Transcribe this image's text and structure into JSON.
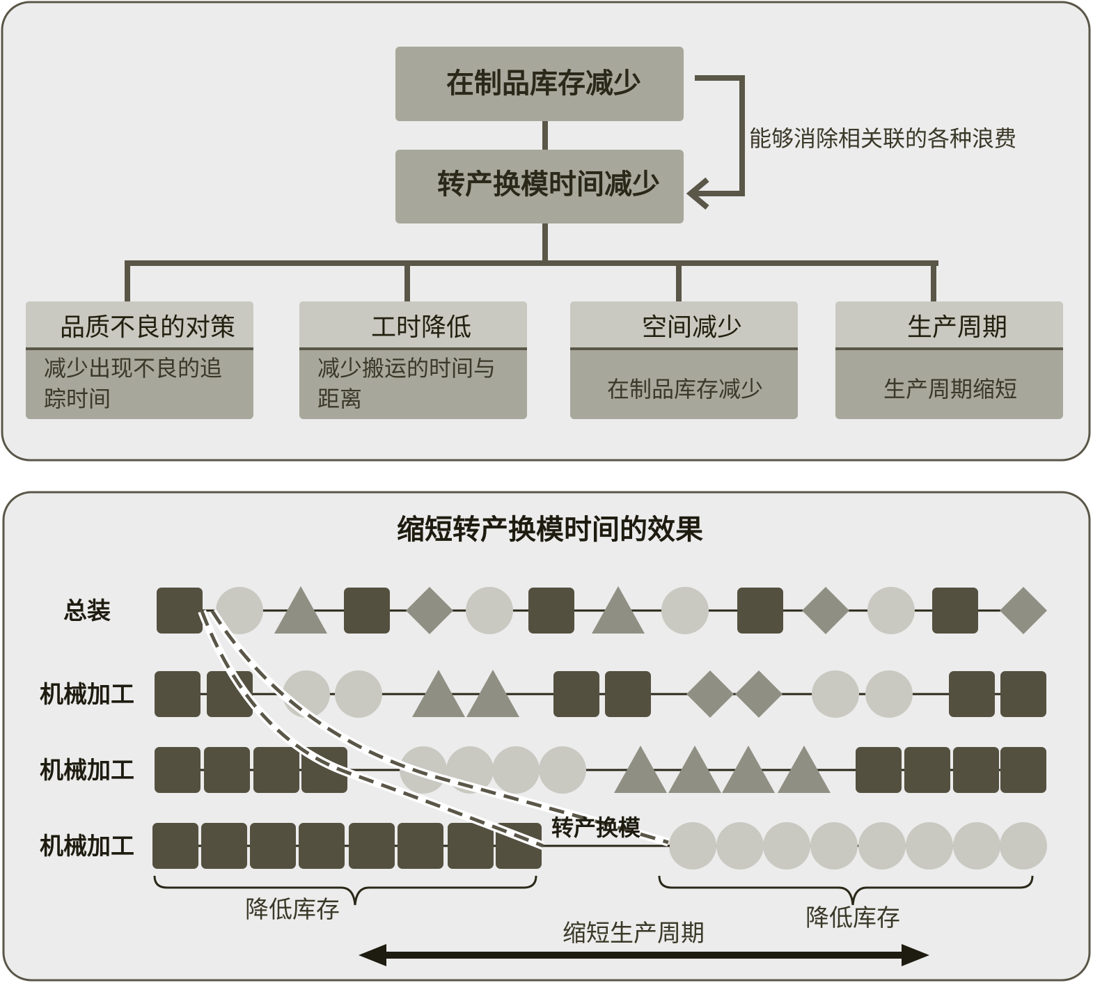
{
  "colors": {
    "panel_bg": "#ececec",
    "dark": "#545040",
    "light": "#c9c9c2",
    "mid": "#908f83",
    "box": "#a7a79b",
    "box_header": "#c9c9c1",
    "line": "#5a5648"
  },
  "top": {
    "box1": "在制品库存减少",
    "box2": "转产换模时间减少",
    "loop_label": "能够消除相关联的各种浪费",
    "cards": [
      {
        "title": "品质不良的对策",
        "lines": [
          "减少出现不良的追",
          "踪时间"
        ]
      },
      {
        "title": "工时降低",
        "lines": [
          "减少搬运的时间与",
          "距离"
        ]
      },
      {
        "title": "空间减少",
        "lines": [
          "在制品库存减少"
        ]
      },
      {
        "title": "生产周期",
        "lines": [
          "生产周期缩短"
        ]
      }
    ]
  },
  "bottom": {
    "title": "缩短转产换模时间的效果",
    "rows": [
      {
        "label": "总装",
        "shapes": [
          "square",
          "circle",
          "triangle",
          "square",
          "diamond",
          "circle",
          "square",
          "triangle",
          "circle",
          "square",
          "diamond",
          "circle",
          "square",
          "diamond"
        ]
      },
      {
        "label": "机械加工",
        "shapes": [
          "square",
          "square",
          "circle",
          "circle",
          "triangle",
          "triangle",
          "square",
          "square",
          "diamond",
          "diamond",
          "circle",
          "circle",
          "square",
          "square"
        ]
      },
      {
        "label": "机械加工",
        "shapes": [
          "square",
          "square",
          "square",
          "square",
          "circle",
          "circle",
          "circle",
          "circle",
          "triangle",
          "triangle",
          "triangle",
          "triangle",
          "square",
          "square",
          "square",
          "square"
        ]
      },
      {
        "label": "机械加工",
        "shapes": [
          "square",
          "square",
          "square",
          "square",
          "square",
          "square",
          "square",
          "square",
          "circle",
          "circle",
          "circle",
          "circle",
          "circle",
          "circle",
          "circle",
          "circle"
        ]
      }
    ],
    "changeover_label": "转产换模",
    "brace_left_label": "降低库存",
    "brace_right_label": "降低库存",
    "arrow_label": "缩短生产周期"
  }
}
